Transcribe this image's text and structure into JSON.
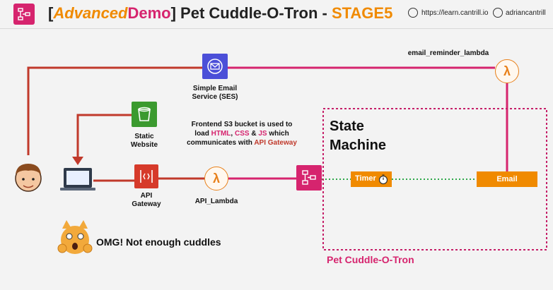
{
  "header": {
    "title_open_bracket": "[",
    "title_advanced": "Advanced",
    "title_demo": "Demo",
    "title_close_bracket": "]",
    "title_main": " Pet Cuddle-O-Tron - ",
    "title_stage": "STAGE5",
    "link_website": "https://learn.cantrill.io",
    "link_twitter": "adriancantrill"
  },
  "diagram": {
    "ses_label": "Simple Email\nService (SES)",
    "s3_label": "Static\nWebsite",
    "api_label": "API\nGateway",
    "api_lambda_label": "API_Lambda",
    "email_reminder_label": "email_reminder_lambda",
    "state_machine_title": "State\nMachine",
    "timer_label": "Timer",
    "email_label": "Email",
    "frontend_text": {
      "line1": "Frontend S3 bucket is used to",
      "line2_pre": "load ",
      "html": "HTML",
      "sep1": ", ",
      "css": "CSS",
      "amp": " & ",
      "js": "JS",
      "line2_post": " which",
      "line3_pre": "communicates with ",
      "apigw": "API Gateway"
    },
    "omg_text": "OMG! Not enough cuddles",
    "boundary_label": "Pet Cuddle-O-Tron"
  },
  "colors": {
    "pink": "#d6246e",
    "orange": "#f08a00",
    "red": "#c0392b",
    "green_dotted": "#2ea84a"
  }
}
